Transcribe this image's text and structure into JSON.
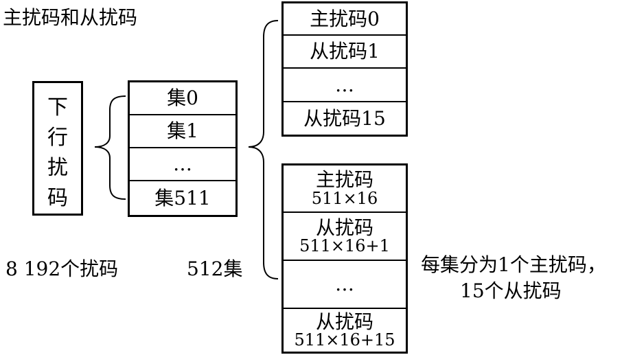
{
  "title": "主扰码和从扰码",
  "left_box_chars": [
    "下",
    "行",
    "扰",
    "码"
  ],
  "left_caption": "8 192个扰码",
  "sets": {
    "items": [
      "集0",
      "集1",
      "…",
      "集511"
    ],
    "caption": "512集"
  },
  "top_group": {
    "items": [
      "主扰码0",
      "从扰码1",
      "…",
      "从扰码15"
    ]
  },
  "bottom_group": {
    "items": [
      {
        "name": "主扰码",
        "formula": "511×16"
      },
      {
        "name": "从扰码",
        "formula": "511×16+1"
      },
      {
        "name": "…",
        "formula": ""
      },
      {
        "name": "从扰码",
        "formula": "511×16+15"
      }
    ]
  },
  "note": {
    "line1": "每集分为1个主扰码，",
    "line2": "15个从扰码"
  }
}
